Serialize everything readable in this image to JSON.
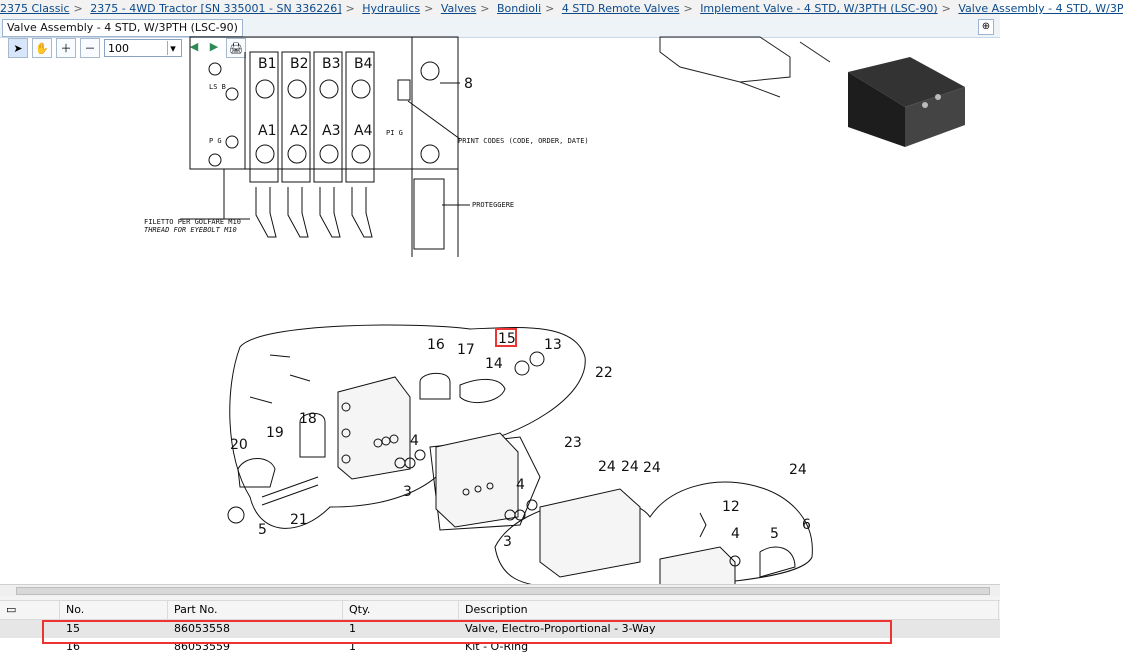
{
  "breadcrumb": [
    "2375 Classic",
    "2375 - 4WD Tractor [SN 335001 - SN 336226]",
    "Hydraulics",
    "Valves",
    "Bondioli",
    "4 STD Remote Valves",
    "Implement Valve - 4 STD, W/3PTH (LSC-90)",
    "Valve Assembly - 4 STD, W/3P"
  ],
  "tab": {
    "title": "Valve Assembly - 4 STD, W/3PTH (LSC-90)"
  },
  "toolbar": {
    "zoom_value": "100",
    "icons": [
      "select-arrow-icon",
      "pan-hand-icon",
      "zoom-in-icon",
      "zoom-out-icon",
      "back-arrow-icon",
      "forward-arrow-icon",
      "print-icon"
    ]
  },
  "diagram": {
    "top_labels": {
      "ports_top": [
        "B1",
        "B2",
        "B3",
        "B4"
      ],
      "ports_bottom": [
        "A1",
        "A2",
        "A3",
        "A4"
      ],
      "ls_b": "LS B",
      "pg": "P G",
      "ptg": "PI G",
      "print_codes": "PRINT CODES (CODE, ORDER, DATE)",
      "proteggere": "PROTEGGERE",
      "eyebolt_it": "FILETTO PER GOLFARE M10",
      "eyebolt_en": "THREAD FOR EYEBOLT M10",
      "ref8": "8"
    },
    "callouts": [
      "15",
      "16",
      "17",
      "14",
      "13",
      "22",
      "18",
      "19",
      "20",
      "4",
      "3",
      "23",
      "24",
      "24",
      "24",
      "24",
      "12",
      "21",
      "5",
      "4",
      "3",
      "4",
      "5",
      "6"
    ]
  },
  "table": {
    "headers": {
      "icon": "",
      "no": "No.",
      "part": "Part No.",
      "qty": "Qty.",
      "desc": "Description"
    },
    "rows": [
      {
        "no": "15",
        "part": "86053558",
        "qty": "1",
        "desc": "Valve, Electro-Proportional - 3-Way",
        "selected": true
      },
      {
        "no": "16",
        "part": "86053559",
        "qty": "1",
        "desc": "Kit - O-Ring",
        "selected": false
      }
    ]
  },
  "colors": {
    "highlight": "#e33",
    "link": "#0b4a8b"
  }
}
